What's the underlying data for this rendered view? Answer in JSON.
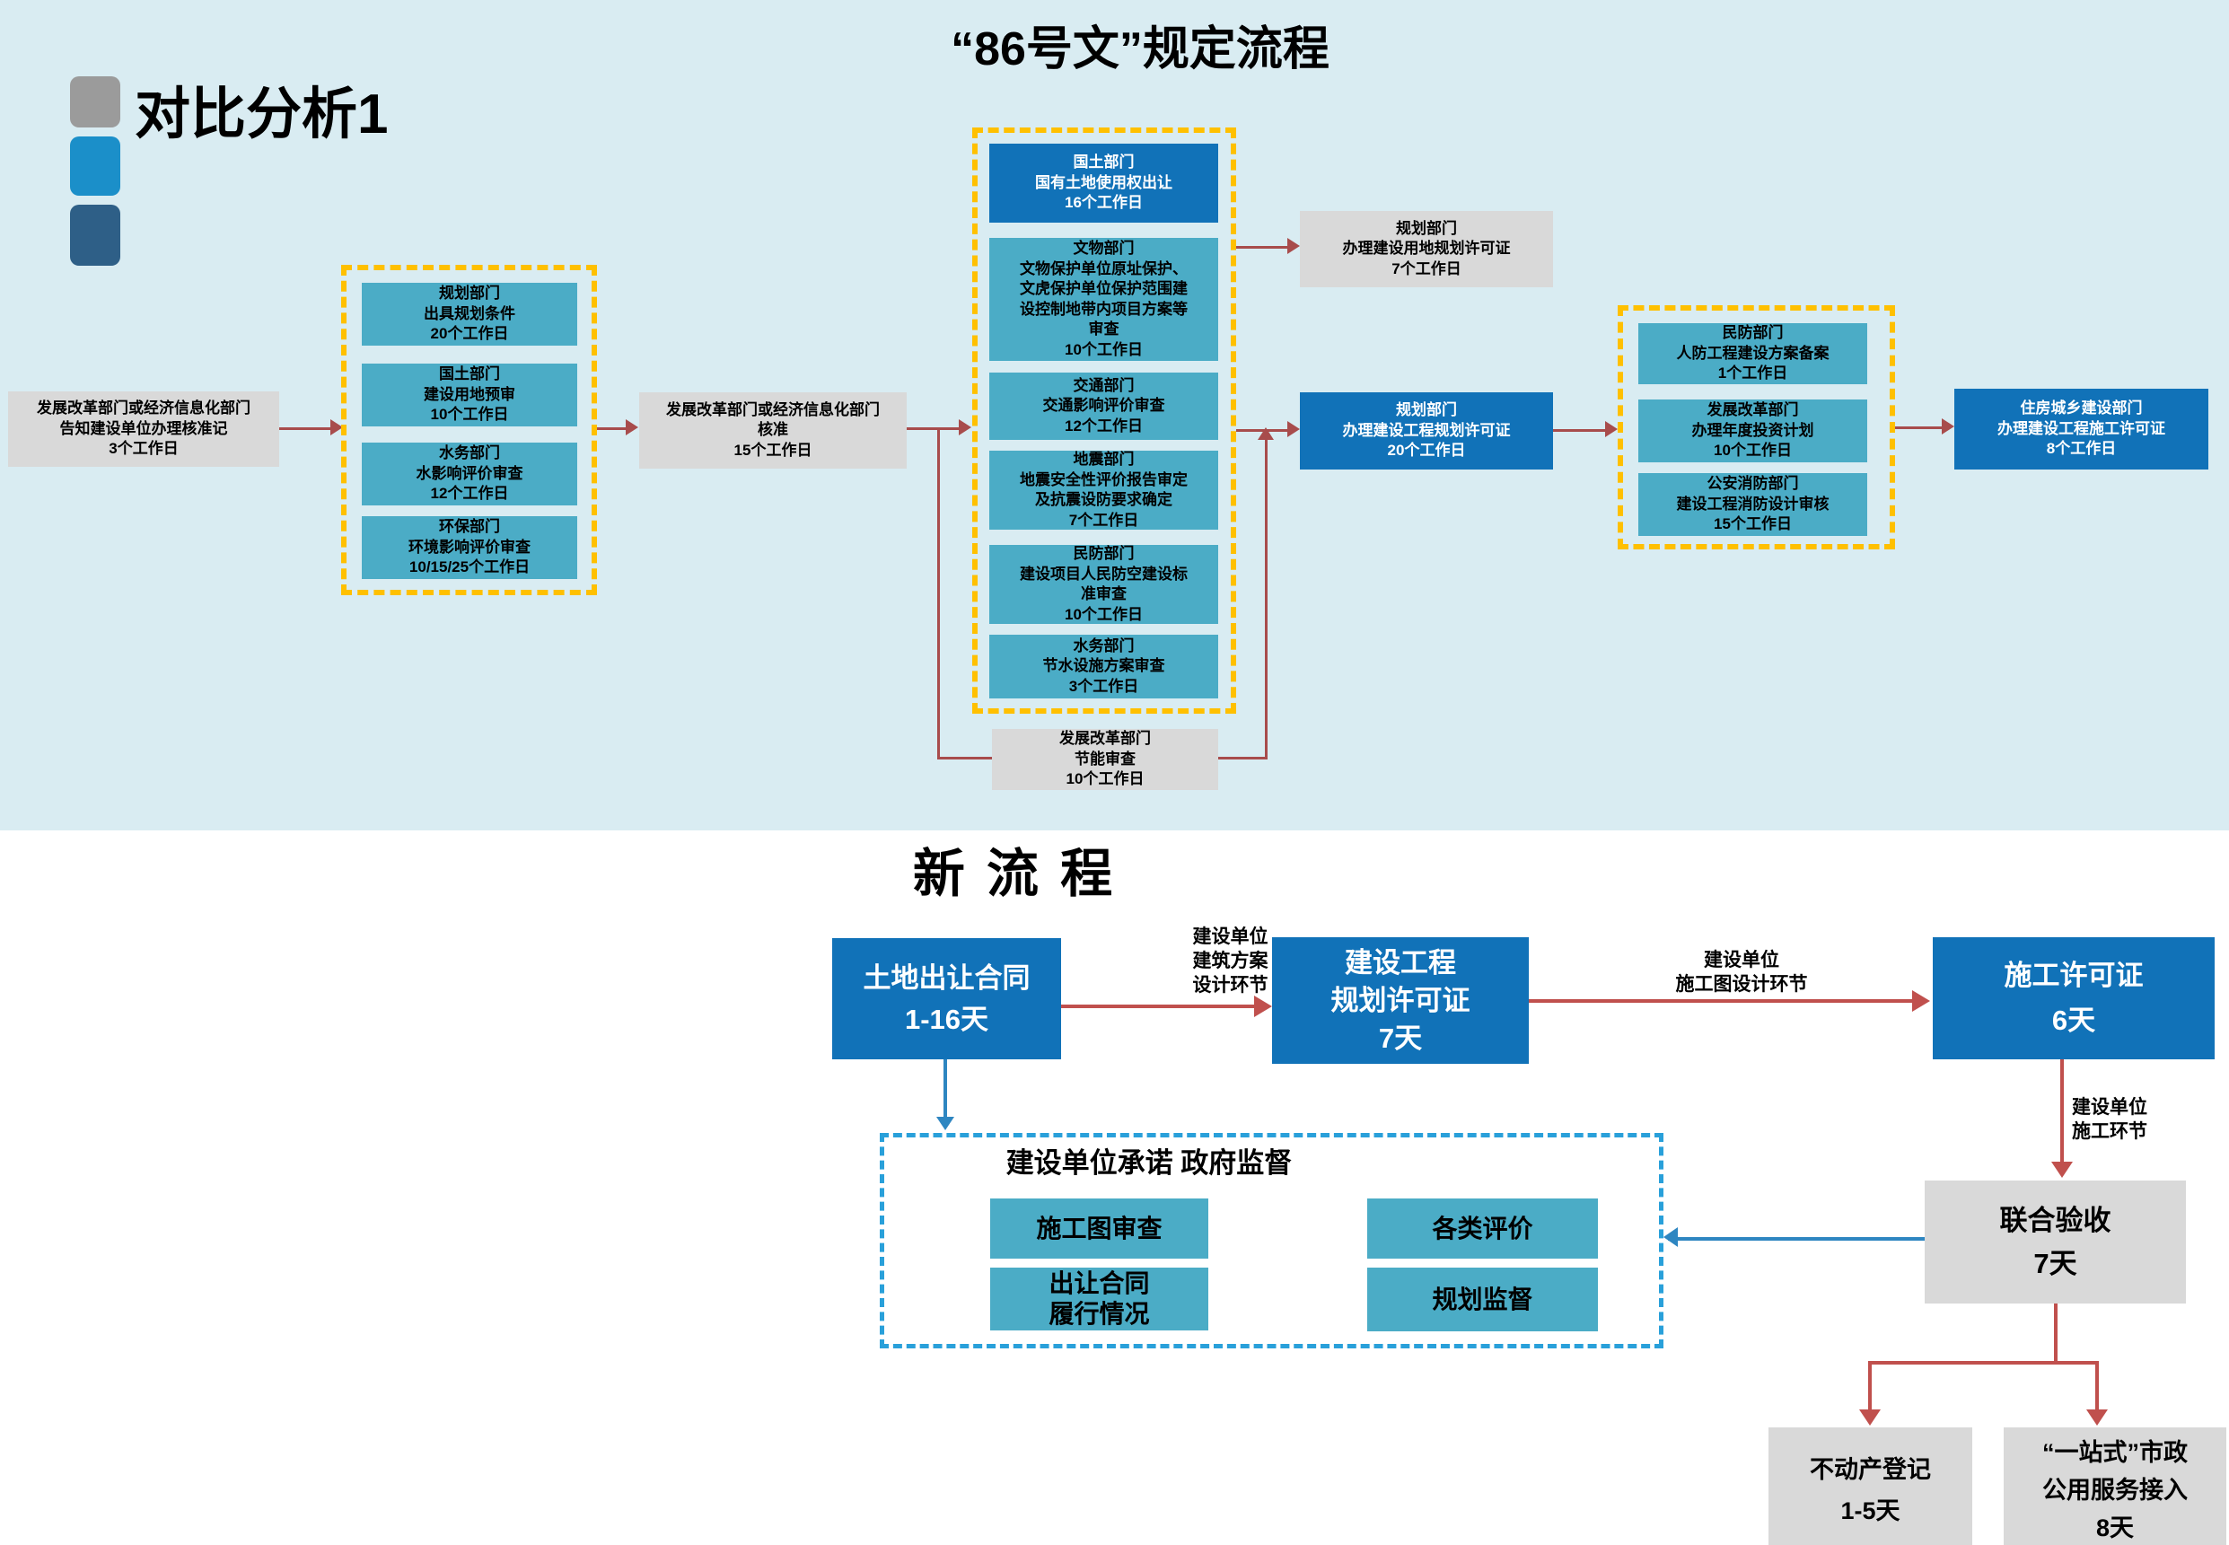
{
  "titles": {
    "corner": "对比分析1",
    "top": "“86号文”规定流程",
    "bottom": "新  流  程"
  },
  "colors": {
    "top_background": "#d9ecf2",
    "teal_box": "#4bacc6",
    "blue_box": "#1172b8",
    "gray_box": "#d9d9d9",
    "yellow_dash": "#ffc000",
    "cyan_dash": "#29a0da",
    "red_arrow_top": "#a84c4c",
    "red_arrow_bottom": "#c0504d",
    "blue_arrow": "#2e86c1",
    "marker_squares": [
      "#9b9b9b",
      "#1b8fc9",
      "#2e5f87"
    ]
  },
  "top_flow": {
    "notify_box": [
      "发展改革部门或经济信息化部门",
      "告知建设单位办理核准记",
      "3个工作日"
    ],
    "group1": [
      [
        "规划部门",
        "出具规划条件",
        "20个工作日"
      ],
      [
        "国土部门",
        "建设用地预审",
        "10个工作日"
      ],
      [
        "水务部门",
        "水影响评价审查",
        "12个工作日"
      ],
      [
        "环保部门",
        "环境影响评价审查",
        "10/15/25个工作日"
      ]
    ],
    "approval_box": [
      "发展改革部门或经济信息化部门",
      "核准",
      "15个工作日"
    ],
    "group2": [
      [
        "国土部门",
        "国有土地使用权出让",
        "16个工作日"
      ],
      [
        "文物部门",
        "文物保护单位原址保护、",
        "文虎保护单位保护范围建",
        "设控制地带内项目方案等",
        "审查",
        "10个工作日"
      ],
      [
        "交通部门",
        "交通影响评价审查",
        "12个工作日"
      ],
      [
        "地震部门",
        "地震安全性评价报告审定",
        "及抗震设防要求确定",
        "7个工作日"
      ],
      [
        "民防部门",
        "建设项目人民防空建设标",
        "准审查",
        "10个工作日"
      ],
      [
        "水务部门",
        "节水设施方案审查",
        "3个工作日"
      ]
    ],
    "energy_box": [
      "发展改革部门",
      "节能审查",
      "10个工作日"
    ],
    "land_use_permit_box": [
      "规划部门",
      "办理建设用地规划许可证",
      "7个工作日"
    ],
    "project_permit_box": [
      "规划部门",
      "办理建设工程规划许可证",
      "20个工作日"
    ],
    "group3": [
      [
        "民防部门",
        "人防工程建设方案备案",
        "1个工作日"
      ],
      [
        "发展改革部门",
        "办理年度投资计划",
        "10个工作日"
      ],
      [
        "公安消防部门",
        "建设工程消防设计审核",
        "15个工作日"
      ]
    ],
    "construction_permit_box": [
      "住房城乡建设部门",
      "办理建设工程施工许可证",
      "8个工作日"
    ]
  },
  "bottom_flow": {
    "land_contract_box": [
      "土地出让合同",
      "1-16天"
    ],
    "design_phase_label": [
      "建设单位",
      "建筑方案",
      "设计环节"
    ],
    "planning_permit_box": [
      "建设工程",
      "规划许可证",
      "7天"
    ],
    "working_drawing_label": [
      "建设单位",
      "施工图设计环节"
    ],
    "construction_permit_box": [
      "施工许可证",
      "6天"
    ],
    "construction_phase_label": [
      "建设单位",
      "施工环节"
    ],
    "joint_acceptance_box": [
      "联合验收",
      "7天"
    ],
    "supervision_title": "建设单位承诺 政府监督",
    "supervision_boxes": [
      [
        "施工图审查"
      ],
      [
        "各类评价"
      ],
      [
        "出让合同",
        "履行情况"
      ],
      [
        "规划监督"
      ]
    ],
    "realty_registration_box": [
      "不动产登记",
      "1-5天"
    ],
    "one_stop_box": [
      "“一站式”市政",
      "公用服务接入",
      "8天"
    ]
  }
}
